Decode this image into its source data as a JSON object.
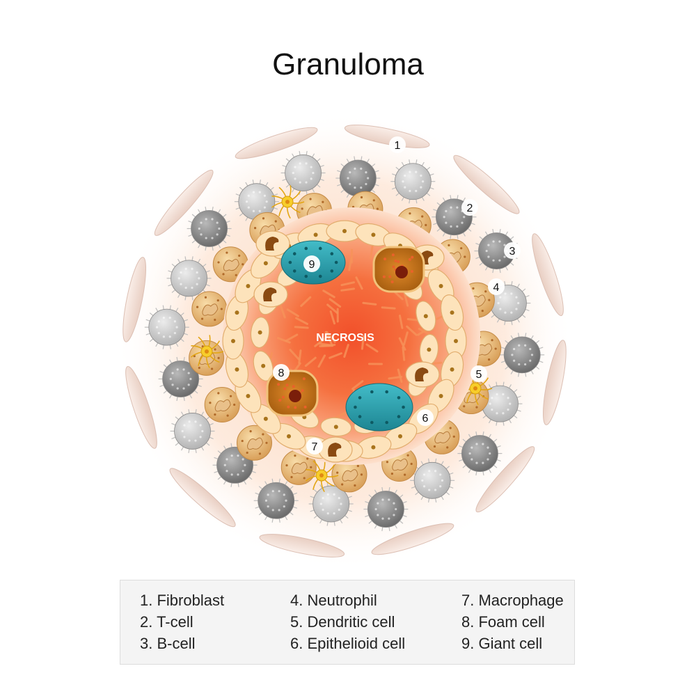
{
  "title": "Granuloma",
  "center_label": "NECROSIS",
  "callouts": [
    "1",
    "2",
    "3",
    "4",
    "5",
    "6",
    "7",
    "8",
    "9"
  ],
  "legend": [
    "1. Fibroblast",
    "2. T-cell",
    "3. B-cell",
    "4. Neutrophil",
    "5. Dendritic cell",
    "6. Epithelioid cell",
    "7. Macrophage",
    "8. Foam cell",
    "9. Giant cell"
  ],
  "colors": {
    "necrosis_core": "#f2502a",
    "necrosis_glow": "#fbd6b6",
    "epithelioid_fill": "#fde3bb",
    "epithelioid_stroke": "#e7b57a",
    "neutrophil_fill": "#e6b46e",
    "tcell_fill": "#8f8f8f",
    "bcell_fill": "#cfcfcf",
    "giant_cell": "#2aa3b0",
    "foam_cell": "#c0771c",
    "dendritic": "#f3c21a",
    "fibroblast": "#f3e3dc"
  },
  "icons": [
    "fibroblast-icon",
    "t-cell-icon",
    "b-cell-icon",
    "neutrophil-icon",
    "dendritic-cell-icon",
    "epithelioid-cell-icon",
    "macrophage-icon",
    "foam-cell-icon",
    "giant-cell-icon"
  ]
}
